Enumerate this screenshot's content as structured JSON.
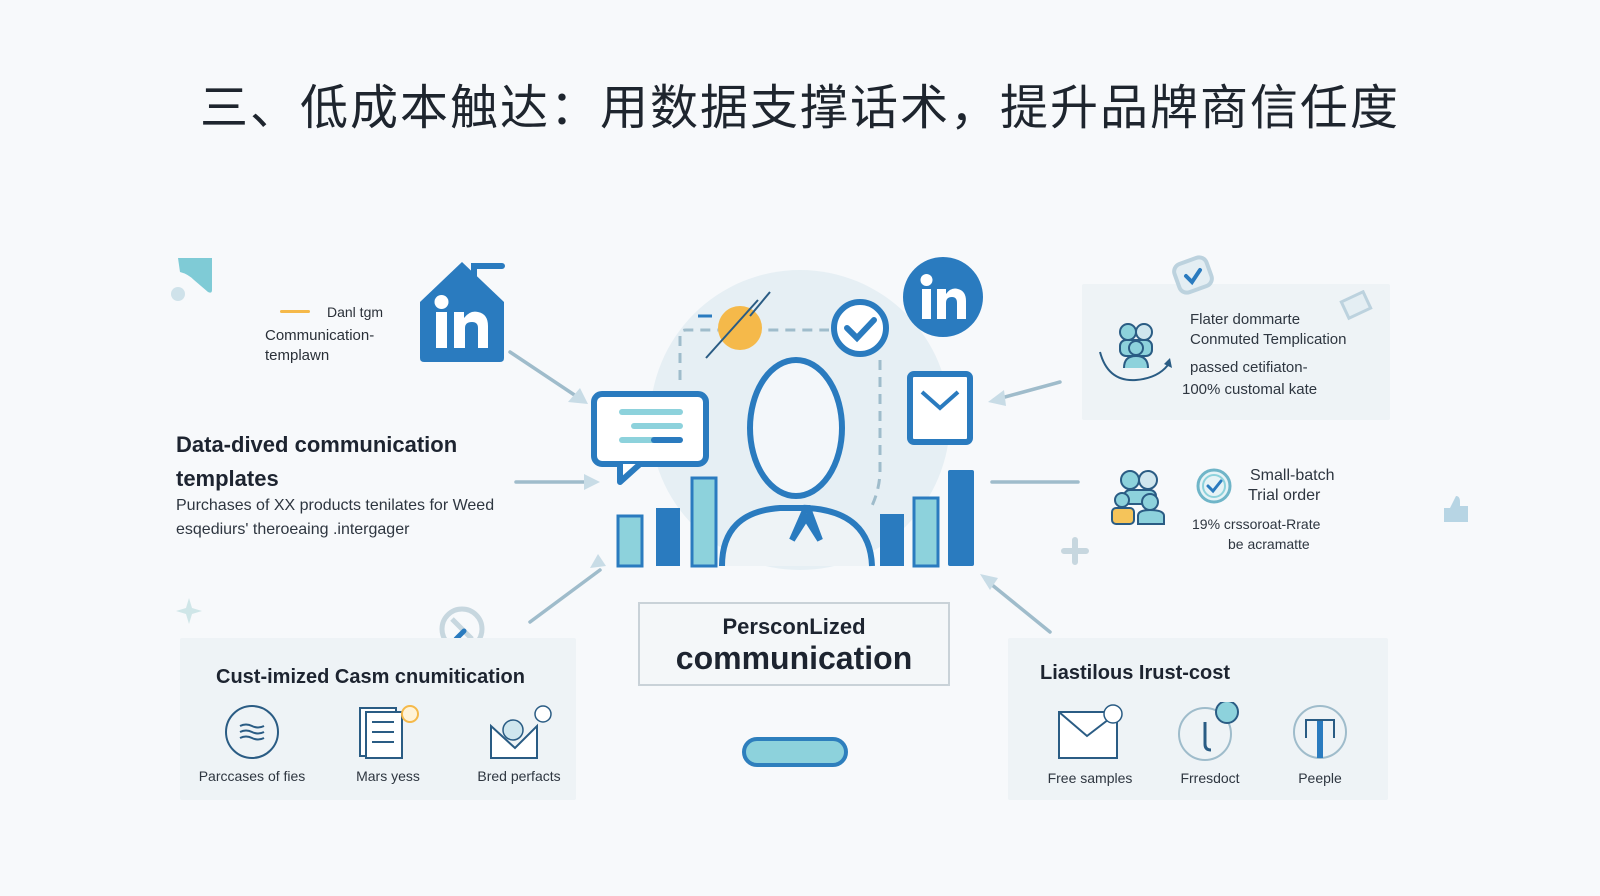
{
  "title": "三、低成本触达：用数据支撑话术，提升品牌商信任度",
  "top_left_note": {
    "tag": "Danl tgm",
    "line1": "Communication-",
    "line2": "templawn"
  },
  "left_block": {
    "heading_line1": "Data-dived communication",
    "heading_line2": "templates",
    "body_line1": "Purchases of XX products tenilates for Weed",
    "body_line2": "esqediurs' theroeaing .intergager"
  },
  "top_right_card": {
    "line1": "Flater dommarte",
    "line2": "Conmuted Templication",
    "line3": "passed cetifiaton-",
    "line4": "100% customal kate"
  },
  "mid_right_block": {
    "title_line1": "Small-batch",
    "title_line2": "Trial order",
    "line3": "19% crssoroat-Rrate",
    "line4": "be acramatte"
  },
  "center": {
    "line1": "PersconLized",
    "line2": "communication"
  },
  "bottom_left_card": {
    "title": "Cust-imized Casm cnumitication",
    "items": [
      {
        "label": "Parccases of fies",
        "icon": "waves-circle-icon"
      },
      {
        "label": "Mars yess",
        "icon": "document-stack-icon"
      },
      {
        "label": "Bred perfacts",
        "icon": "chart-envelope-icon"
      }
    ]
  },
  "bottom_right_card": {
    "title": "Liastilous Irust-cost",
    "items": [
      {
        "label": "Free samples",
        "icon": "envelope-icon"
      },
      {
        "label": "Frresdoct",
        "icon": "clock-circle-icon"
      },
      {
        "label": "Peeple",
        "icon": "fork-circle-icon"
      }
    ]
  },
  "colors": {
    "primary_blue": "#2a7bbf",
    "light_teal": "#8dd2dc",
    "accent_orange": "#f5b94a",
    "background": "#f7f9fb",
    "card_bg": "#eef3f6",
    "text_dark": "#1d2430"
  },
  "chart_bars_left": [
    50,
    60,
    88
  ],
  "chart_bars_right": [
    52,
    68,
    96
  ]
}
